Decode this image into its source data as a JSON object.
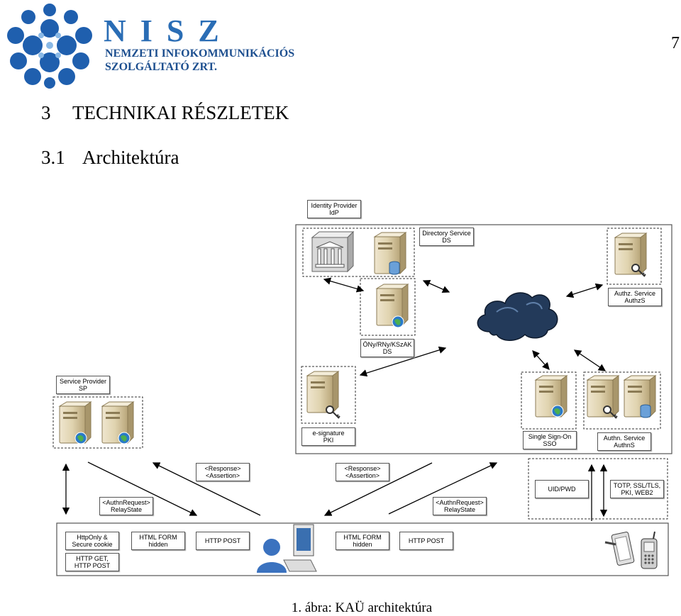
{
  "header": {
    "logo_acronym": "NISZ",
    "logo_line1": "NEMZETI INFOKOMMUNIKÁCIÓS",
    "logo_line2": "SZOLGÁLTATÓ ZRT.",
    "page_number": "7"
  },
  "headings": {
    "h1_number": "3",
    "h1_text": "TECHNIKAI RÉSZLETEK",
    "h2_number": "3.1",
    "h2_text": "Architektúra"
  },
  "diagram": {
    "idp": [
      "Identity Provider",
      "IdP"
    ],
    "ds": [
      "Directory Service",
      "DS"
    ],
    "authzs": [
      "Authz. Service",
      "AuthzS"
    ],
    "ony": [
      "ÖNy/RNy/KSzAK",
      "DS"
    ],
    "sp": [
      "Service Provider",
      "SP"
    ],
    "esig": [
      "e-signature",
      "PKI"
    ],
    "sso": [
      "Single Sign-On",
      "SSO"
    ],
    "authns": [
      "Authn. Service",
      "AuthnS"
    ],
    "response1": [
      "<Response>",
      "<Assertion>"
    ],
    "response2": [
      "<Response>",
      "<Assertion>"
    ],
    "authnreq1": [
      "<AuthnRequest>",
      "RelayState"
    ],
    "authnreq2": [
      "<AuthnRequest>",
      "RelayState"
    ],
    "uidpwd": "UID/PWD",
    "totp": [
      "TOTP, SSL/TLS,",
      "PKI, WEB2"
    ],
    "httponly": [
      "HttpOnly &",
      "Secure cookie"
    ],
    "httpget": [
      "HTTP GET,",
      "HTTP POST"
    ],
    "htmlform1": [
      "HTML FORM",
      "hidden"
    ],
    "httppost1": "HTTP POST",
    "htmlform2": [
      "HTML FORM",
      "hidden"
    ],
    "httppost2": "HTTP POST"
  },
  "caption": "1. ábra: KAÜ architektúra"
}
